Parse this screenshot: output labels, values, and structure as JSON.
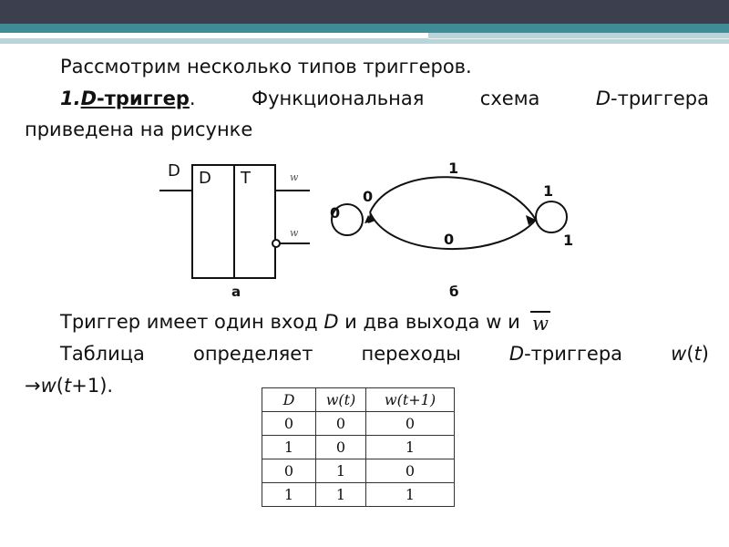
{
  "para1": "Рассмотрим несколько типов триггеров.",
  "para2": {
    "num": "1.",
    "term_letter": "D",
    "term_rest": "-триггер",
    "dot": ".",
    "w1": "Функциональная",
    "w2": "схема",
    "w3_letter": "D",
    "w3_rest": "-триггера"
  },
  "para2_line2": "приведена на рисунке",
  "figure": {
    "a_input": "D",
    "a_box_left": "D",
    "a_box_right": "T",
    "a_out_top": "w",
    "a_out_bottom": "w",
    "caption_a": "а",
    "caption_b": "б",
    "state0_loop": "0",
    "state0_near": "0",
    "arc_top": "1",
    "arc_bottom": "0",
    "state1_top": "1",
    "state1_bottom": "1"
  },
  "para3_text": "Триггер имеет один вход ",
  "para3_D": "D",
  "para3_rest": " и два выхода w и",
  "para3_overline": "w",
  "para4": {
    "w1": "Таблица",
    "w2": "определяет",
    "w3": "переходы",
    "w4_letter": "D",
    "w4_rest": "-триггера",
    "w5_a": "w",
    "w5_b": "(",
    "w5_c": "t",
    "w5_d": ")"
  },
  "para4_line2": {
    "arrow": "→",
    "w": "w",
    "open": "(",
    "t": "t",
    "rest": "+1)."
  },
  "table": {
    "headers": [
      "D",
      "w(t)",
      "w(t+1)"
    ],
    "rows": [
      [
        "0",
        "0",
        "0"
      ],
      [
        "1",
        "0",
        "1"
      ],
      [
        "0",
        "1",
        "0"
      ],
      [
        "1",
        "1",
        "1"
      ]
    ]
  }
}
